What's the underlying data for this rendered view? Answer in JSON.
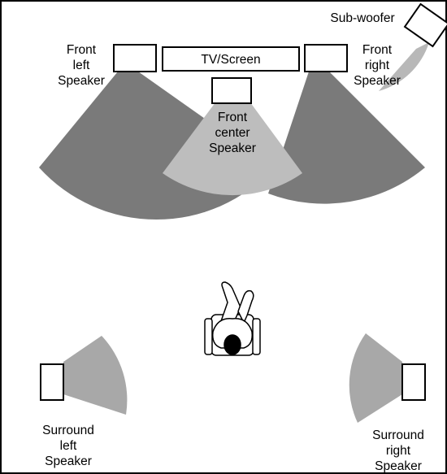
{
  "labels": {
    "tv": "TV/Screen",
    "subwoofer": "Sub-woofer",
    "front_left": [
      "Front",
      "left",
      "Speaker"
    ],
    "front_right": [
      "Front",
      "right",
      "Speaker"
    ],
    "front_center": [
      "Front",
      "center",
      "Speaker"
    ],
    "surround_left": [
      "Surround",
      "left",
      "Speaker"
    ],
    "surround_right": [
      "Surround",
      "right",
      "Speaker"
    ]
  },
  "colors": {
    "front_lr_beam": "#7a7a7a",
    "center_beam": "#bdbdbd",
    "sub_beam": "#b8b8b8",
    "surround_beam": "#a8a8a8",
    "stroke": "#000000",
    "background": "#ffffff"
  },
  "icons": {
    "listener": "person-in-chair-icon"
  }
}
